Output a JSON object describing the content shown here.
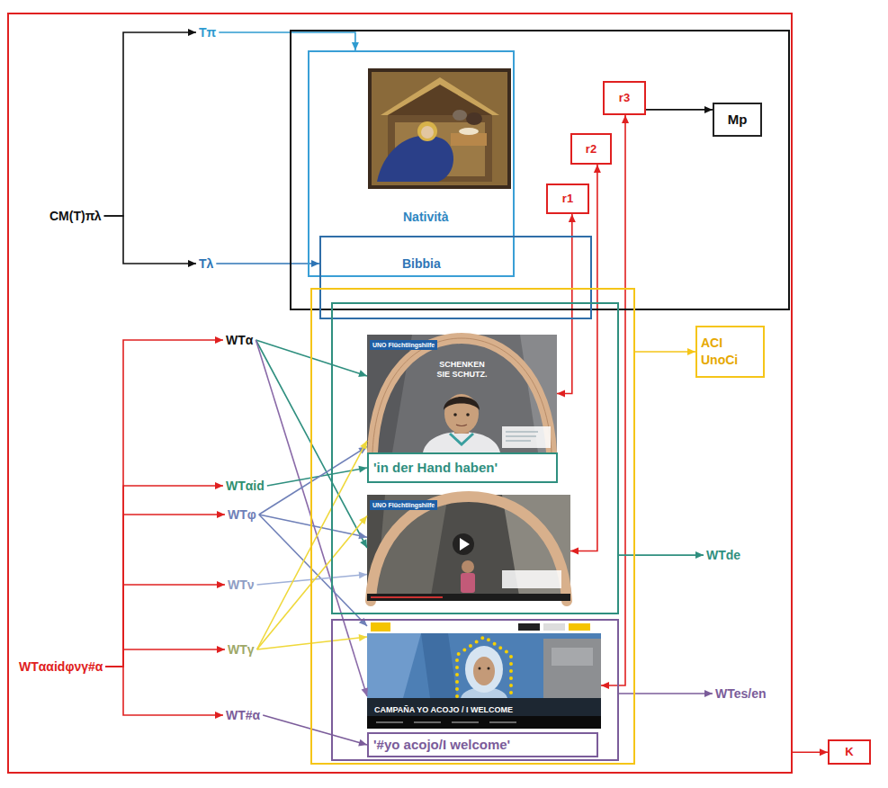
{
  "diagram": {
    "nodes": [
      {
        "text": []
      },
      {
        "text": [],
        "in": 0
      },
      {
        "text": [
          "Natività"
        ],
        "in": 1
      },
      {
        "text": [
          "Bibbia"
        ],
        "in": 0
      },
      {
        "text": [
          "r1"
        ],
        "in": 1
      },
      {
        "text": [
          "r2"
        ],
        "in": 1
      },
      {
        "text": [
          "r3"
        ],
        "in": 1
      },
      {
        "text": [
          "Mp"
        ],
        "in": 1
      },
      {
        "text": [
          "CM(T)πλ"
        ],
        "in": 0
      },
      {
        "text": [
          "Tπ"
        ],
        "in": 0
      },
      {
        "text": [
          "Tλ"
        ],
        "in": 0
      },
      {
        "text": [],
        "in": 0
      },
      {
        "text": [],
        "in": 11
      },
      {
        "text": [
          "UNO Flüchtlingshilfe",
          "SCHENKEN SIE SCHUTZ."
        ],
        "in": 12
      },
      {
        "text": [
          "'in der Hand haben'"
        ],
        "in": 12
      },
      {
        "text": [
          "UNO Flüchtlingshilfe"
        ],
        "in": 12
      },
      {
        "text": [],
        "in": 11
      },
      {
        "text": [
          "CAMPAÑA YO ACOJO / I WELCOME"
        ],
        "in": 16
      },
      {
        "text": [
          "'#yo acojo/I welcome'"
        ],
        "in": 16
      },
      {
        "text": [
          "ACI UnoCi"
        ],
        "in": 0
      },
      {
        "text": [
          "WTde"
        ],
        "in": 0
      },
      {
        "text": [
          "WTes/en"
        ],
        "in": 0
      },
      {
        "text": [
          "WTα"
        ],
        "in": 0
      },
      {
        "text": [
          "WTαid"
        ],
        "in": 0
      },
      {
        "text": [
          "WTφ"
        ],
        "in": 0
      },
      {
        "text": [
          "WTν"
        ],
        "in": 0
      },
      {
        "text": [
          "WTγ"
        ],
        "in": 0
      },
      {
        "text": [
          "WT#α"
        ],
        "in": 0
      },
      {
        "text": [
          "WTααidφνγ#α"
        ],
        "in": 0
      },
      {
        "text": [
          "K"
        ]
      }
    ],
    "edges": [
      {
        "from": 8,
        "to": 9,
        "arrow": "to"
      },
      {
        "from": 8,
        "to": 10,
        "arrow": "to"
      },
      {
        "from": 9,
        "to": 2,
        "arrow": "to"
      },
      {
        "from": 10,
        "to": 3,
        "arrow": "to"
      },
      {
        "from": 13,
        "to": 4,
        "arrow": "both"
      },
      {
        "from": 15,
        "to": 5,
        "arrow": "both"
      },
      {
        "from": 17,
        "to": 6,
        "arrow": "both"
      },
      {
        "from": 6,
        "to": 7,
        "arrow": "to"
      },
      {
        "from": 11,
        "to": 19,
        "arrow": "to"
      },
      {
        "from": 12,
        "to": 20,
        "arrow": "to"
      },
      {
        "from": 16,
        "to": 21,
        "arrow": "to"
      },
      {
        "from": 0,
        "to": 29,
        "arrow": "to"
      },
      {
        "from": 28,
        "to": 22,
        "arrow": "to"
      },
      {
        "from": 28,
        "to": 23,
        "arrow": "to"
      },
      {
        "from": 28,
        "to": 24,
        "arrow": "to"
      },
      {
        "from": 28,
        "to": 25,
        "arrow": "to"
      },
      {
        "from": 28,
        "to": 26,
        "arrow": "to"
      },
      {
        "from": 28,
        "to": 27,
        "arrow": "to"
      },
      {
        "from": 22,
        "to": 13,
        "arrow": "to"
      },
      {
        "from": 22,
        "to": 15,
        "arrow": "to"
      },
      {
        "from": 22,
        "to": 17,
        "arrow": "to"
      },
      {
        "from": 23,
        "to": 14,
        "arrow": "to"
      },
      {
        "from": 24,
        "to": 13,
        "arrow": "to"
      },
      {
        "from": 24,
        "to": 15,
        "arrow": "to"
      },
      {
        "from": 24,
        "to": 17,
        "arrow": "to"
      },
      {
        "from": 25,
        "to": 15,
        "arrow": "to"
      },
      {
        "from": 26,
        "to": 13,
        "arrow": "to"
      },
      {
        "from": 26,
        "to": 15,
        "arrow": "to"
      },
      {
        "from": 26,
        "to": 17,
        "arrow": "to"
      },
      {
        "from": 27,
        "to": 18,
        "arrow": "to"
      }
    ]
  }
}
